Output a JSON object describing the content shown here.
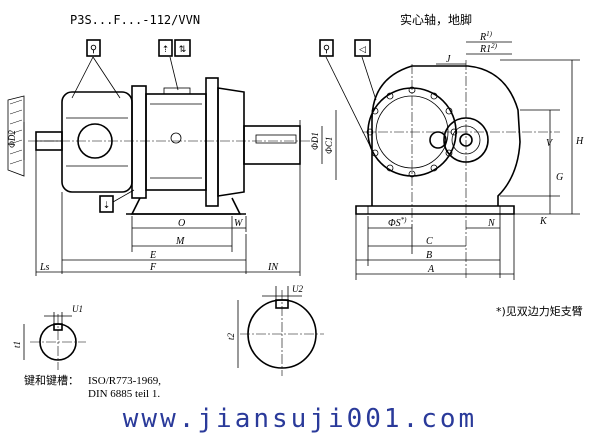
{
  "titles": {
    "model": "P3S...F...-112/VVN",
    "variant": "实心轴，地脚"
  },
  "dims_left": {
    "D2": "D2",
    "Phi": "Φ",
    "O": "O",
    "W": "W",
    "M": "M",
    "E": "E",
    "F": "F",
    "Ls": "Ls",
    "IN": "IN",
    "D1": "D1",
    "C1": "C1"
  },
  "dims_right": {
    "R": "R",
    "R1": "R1",
    "sup1": "1)",
    "sup2": "2)",
    "J": "J",
    "V": "V",
    "H": "H",
    "G": "G",
    "K": "K",
    "S": "S",
    "S_star": "*)",
    "N": "N",
    "C": "C",
    "B": "B",
    "A": "A"
  },
  "keyway": {
    "U1": "U1",
    "t1": "t1",
    "U2": "U2",
    "t2": "t2",
    "label": "键和键槽：",
    "std1": "ISO/R773-1969,",
    "std2": "DIN 6885 teil 1."
  },
  "footnote": "*)见双边力矩支臂",
  "watermark": "www.jiansuji001.com"
}
